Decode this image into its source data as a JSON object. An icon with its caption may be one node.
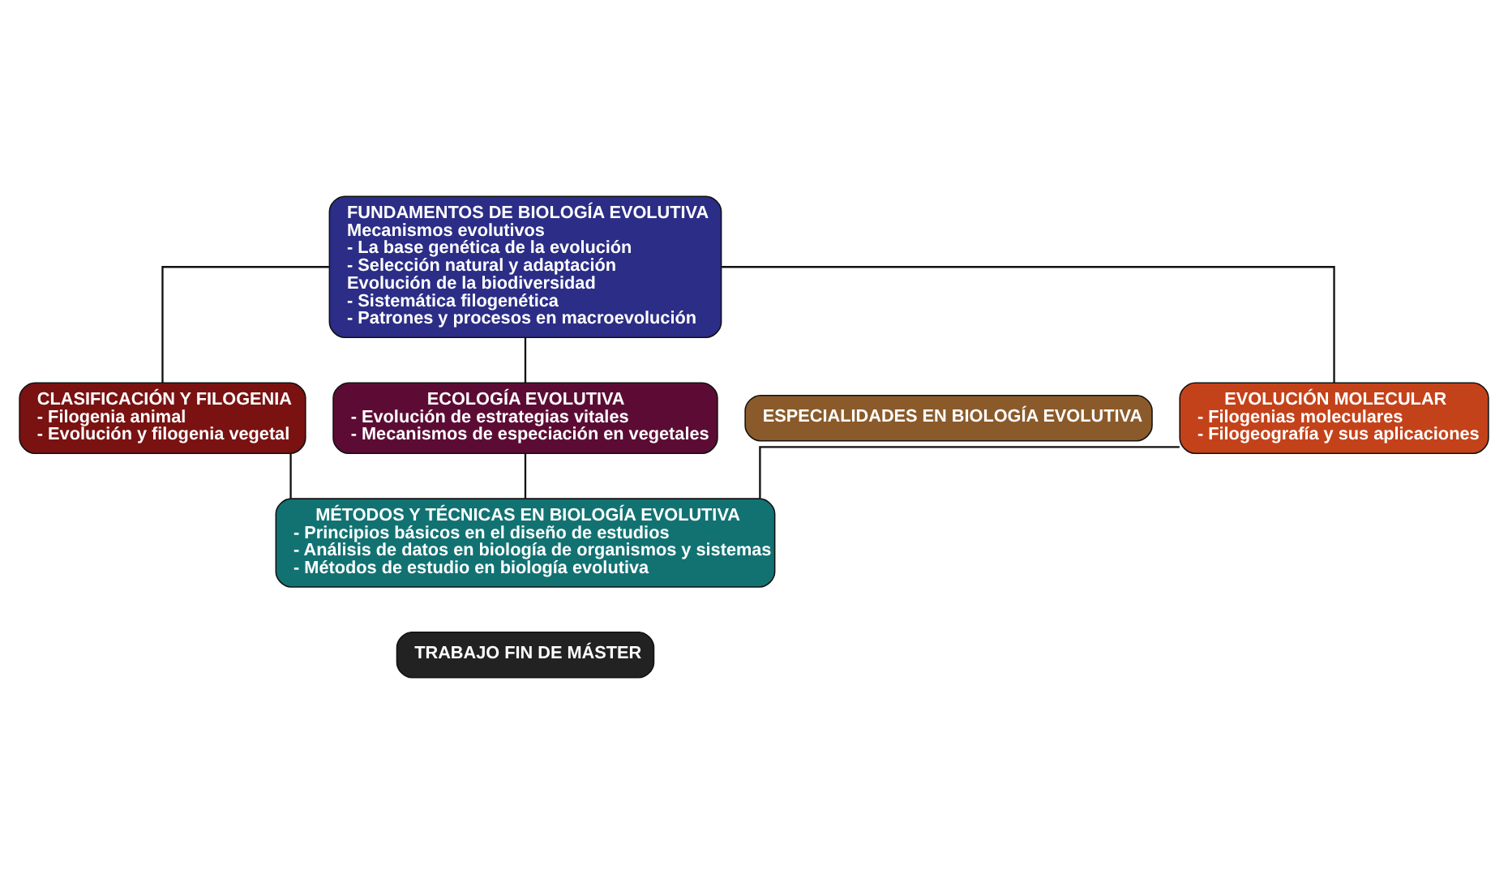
{
  "diagram": {
    "nodes": [
      {
        "text": [
          "FUNDAMENTOS DE BIOLOGÍA EVOLUTIVA",
          "Mecanismos evolutivos",
          "- La base genética de la evolución",
          "- Selección natural y adaptación",
          "Evolución de la biodiversidad",
          "- Sistemática filogenética",
          "- Patrones y procesos en macroevolución"
        ]
      },
      {
        "text": [
          "ESPECIALIDADES EN BIOLOGÍA EVOLUTIVA"
        ]
      },
      {
        "text": [
          "EVOLUCIÓN MOLECULAR",
          "- Filogenias moleculares",
          "- Filogeografía y sus aplicaciones"
        ]
      },
      {
        "text": [
          "CLASIFICACIÓN Y FILOGENIA",
          "- Filogenia animal",
          "- Evolución y filogenia vegetal"
        ]
      },
      {
        "text": [
          "ECOLOGÍA EVOLUTIVA",
          "- Evolución de estrategias vitales",
          "- Mecanismos de especiación en vegetales"
        ]
      },
      {
        "text": [
          "MÉTODOS Y TÉCNICAS EN BIOLOGÍA EVOLUTIVA",
          "- Principios básicos en el diseño de estudios",
          "- Análisis de datos en biología de organismos y sistemas",
          "- Métodos de estudio en biología evolutiva"
        ]
      },
      {
        "text": [
          "TRABAJO FIN DE MÁSTER"
        ]
      }
    ],
    "edges": [
      {
        "from": 0,
        "to": 2,
        "arrow": "none"
      },
      {
        "from": 0,
        "to": 3,
        "arrow": "none"
      },
      {
        "from": 0,
        "to": 4,
        "arrow": "none"
      },
      {
        "from": 2,
        "to": 5,
        "arrow": "none"
      },
      {
        "from": 3,
        "to": 5,
        "arrow": "none"
      },
      {
        "from": 4,
        "to": 5,
        "arrow": "none"
      }
    ]
  }
}
